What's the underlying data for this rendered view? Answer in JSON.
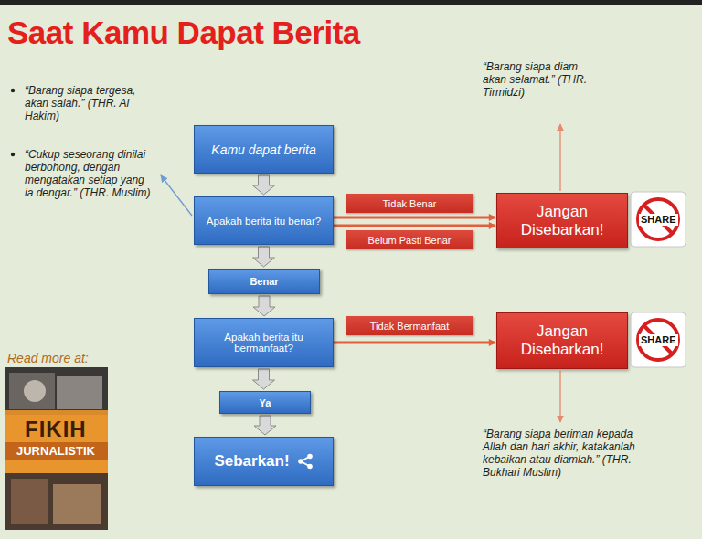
{
  "diagram": {
    "title": "Saat Kamu Dapat Berita",
    "nodes": [
      {
        "text": [
          "Kamu dapat berita"
        ]
      },
      {
        "text": [
          "Apakah berita itu benar?"
        ]
      },
      {
        "text": [
          "Benar"
        ]
      },
      {
        "text": [
          "Apakah berita itu bermanfaat?"
        ]
      },
      {
        "text": [
          "Ya"
        ]
      },
      {
        "text": [
          "Sebarkan!"
        ]
      },
      {
        "text": [
          "Jangan Disebarkan!"
        ]
      },
      {
        "text": [
          "Jangan Disebarkan!"
        ]
      }
    ],
    "edges": [
      {
        "from": 0,
        "to": 1,
        "arrow": "to"
      },
      {
        "from": 1,
        "to": 2,
        "arrow": "to"
      },
      {
        "from": 2,
        "to": 3,
        "arrow": "to"
      },
      {
        "from": 3,
        "to": 4,
        "arrow": "to"
      },
      {
        "from": 4,
        "to": 5,
        "arrow": "to"
      },
      {
        "from": 1,
        "to": 6,
        "label": "Tidak Benar",
        "arrow": "to"
      },
      {
        "from": 1,
        "to": 6,
        "label": "Belum Pasti Benar",
        "arrow": "to"
      },
      {
        "from": 3,
        "to": 7,
        "label": "Tidak Bermanfaat",
        "arrow": "to"
      }
    ],
    "labels": [
      "“Barang siapa diam akan selamat.” (THR. Tirmidzi)",
      "“Barang siapa tergesa, akan salah.” (THR. Al Hakim)",
      "“Cukup seseorang dinilai berbohong, dengan mengatakan setiap yang ia dengar.” (THR. Muslim)",
      "Read more at:",
      "FIKIH",
      "JURNALISTIK",
      "SHARE",
      "SHARE",
      "“Barang siapa beriman kepada Allah dan hari akhir, katakanlah kebaikan atau diamlah.” (THR. Bukhari Muslim)"
    ]
  }
}
